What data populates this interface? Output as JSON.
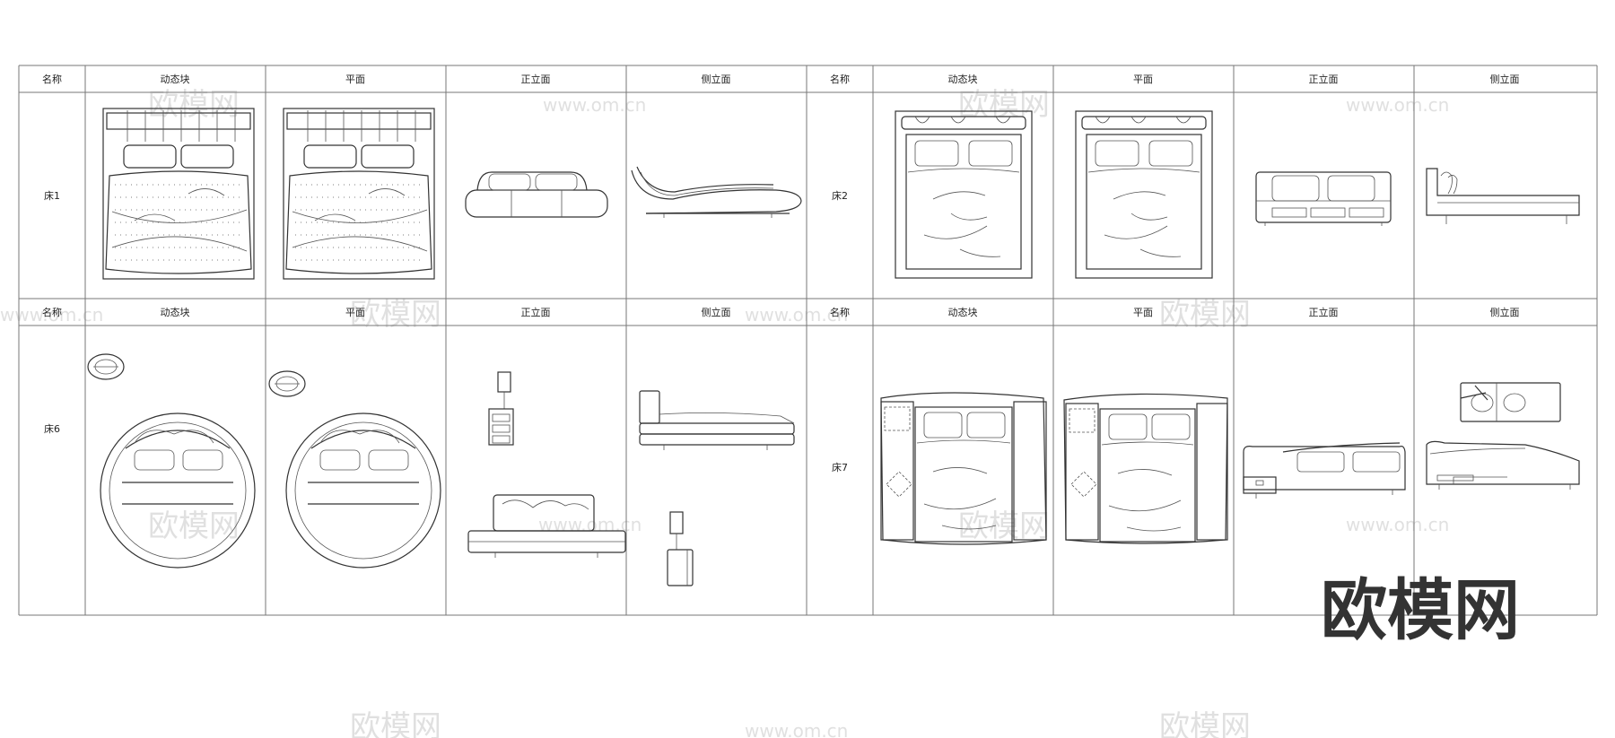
{
  "headers_row1": [
    "名称",
    "动态块",
    "平面",
    "正立面",
    "侧立面",
    "名称",
    "动态块",
    "平面",
    "正立面",
    "侧立面"
  ],
  "headers_row2": [
    "名称",
    "动态块",
    "平面",
    "正立面",
    "侧立面",
    "名称",
    "动态块",
    "平面",
    "正立面",
    "侧立面"
  ],
  "row_labels": {
    "r1_left": "床1",
    "r1_right": "床2",
    "r2_left": "床6",
    "r2_right": "床7"
  },
  "watermark_text": "www.om.cn",
  "watermark_logo": "欧模网",
  "logo": "欧模网"
}
